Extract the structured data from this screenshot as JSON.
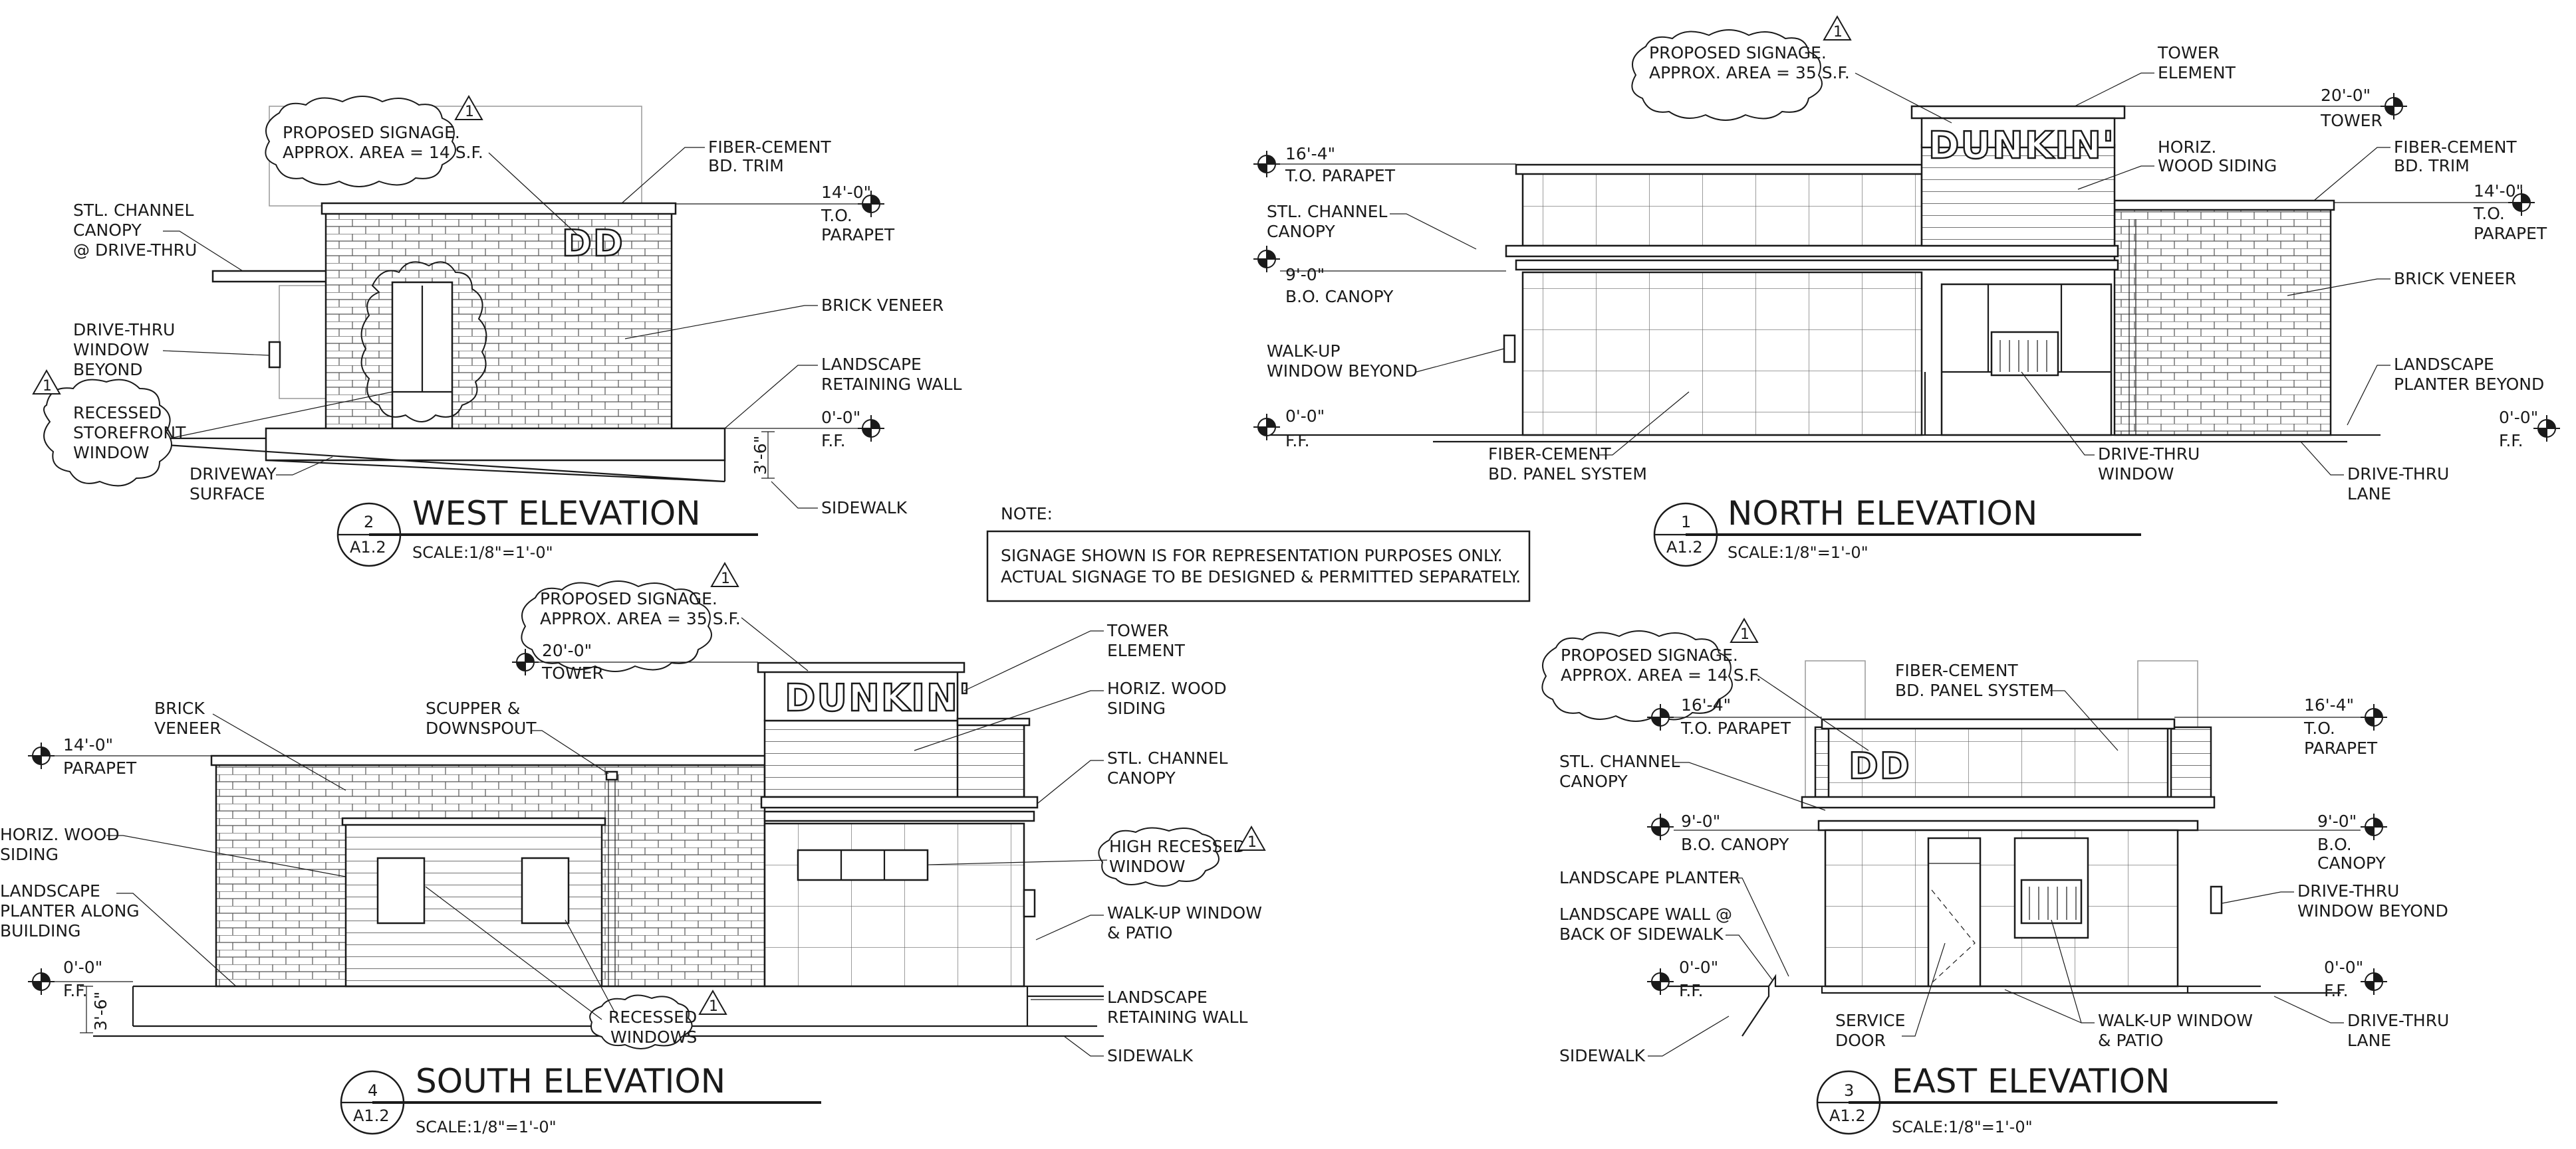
{
  "note": {
    "heading": "NOTE:",
    "line1": "SIGNAGE SHOWN IS FOR REPRESENTATION PURPOSES ONLY.",
    "line2": "ACTUAL SIGNAGE TO BE DESIGNED & PERMITTED SEPARATELY."
  },
  "revision_mark": "1",
  "brand_sign": "DUNKIN'",
  "monogram": "DD",
  "west": {
    "title": "WEST ELEVATION",
    "number": "2",
    "sheet": "A1.2",
    "scale": "SCALE:1/8\"=1'-0\"",
    "sign1": "PROPOSED SIGNAGE.",
    "sign2": "APPROX. AREA = 14 S.F.",
    "trim1": "FIBER-CEMENT",
    "trim2": "BD. TRIM",
    "parapet_dim": "14'-0\"",
    "parapet1": "T.O.",
    "parapet2": "PARAPET",
    "canopy1": "STL. CHANNEL",
    "canopy2": "CANOPY",
    "canopy3": "@ DRIVE-THRU",
    "brick": "BRICK VENEER",
    "dt1": "DRIVE-THRU",
    "dt2": "WINDOW",
    "dt3": "BEYOND",
    "rs1": "RECESSED",
    "rs2": "STOREFRONT",
    "rs3": "WINDOW",
    "lw1": "LANDSCAPE",
    "lw2": "RETAINING WALL",
    "ff_dim": "0'-0\"",
    "ff": "F.F.",
    "drive1": "DRIVEWAY",
    "drive2": "SURFACE",
    "curb": "3'-6\"",
    "sidewalk": "SIDEWALK"
  },
  "north": {
    "title": "NORTH ELEVATION",
    "number": "1",
    "sheet": "A1.2",
    "scale": "SCALE:1/8\"=1'-0\"",
    "sign1": "PROPOSED SIGNAGE.",
    "sign2": "APPROX. AREA = 35 S.F.",
    "tower1": "TOWER",
    "tower2": "ELEMENT",
    "tower_dim": "20'-0\"",
    "tower_lvl": "TOWER",
    "par_dim": "16'-4\"",
    "par_lvl": "T.O. PARAPET",
    "siding1": "HORIZ.",
    "siding2": "WOOD SIDING",
    "trim1": "FIBER-CEMENT",
    "trim2": "BD. TRIM",
    "par2_dim": "14'-0\"",
    "par2_1": "T.O.",
    "par2_2": "PARAPET",
    "canopy1": "STL. CHANNEL",
    "canopy2": "CANOPY",
    "bo_dim": "9'-0\"",
    "bo_lvl": "B.O. CANOPY",
    "brick": "BRICK VENEER",
    "wu1": "WALK-UP",
    "wu2": "WINDOW BEYOND",
    "lp1": "LANDSCAPE",
    "lp2": "PLANTER BEYOND",
    "ff_dim": "0'-0\"",
    "ff": "F.F.",
    "ff2_dim": "0'-0\"",
    "ff2": "F.F.",
    "panel1": "FIBER-CEMENT",
    "panel2": "BD. PANEL SYSTEM",
    "dtw1": "DRIVE-THRU",
    "dtw2": "WINDOW",
    "lane1": "DRIVE-THRU",
    "lane2": "LANE"
  },
  "south": {
    "title": "SOUTH ELEVATION",
    "number": "4",
    "sheet": "A1.2",
    "scale": "SCALE:1/8\"=1'-0\"",
    "sign1": "PROPOSED SIGNAGE.",
    "sign2": "APPROX. AREA = 35 S.F.",
    "tower_dim": "20'-0\"",
    "tower_lvl": "TOWER",
    "tower1": "TOWER",
    "tower2": "ELEMENT",
    "brick1": "BRICK",
    "brick2": "VENEER",
    "scupper1": "SCUPPER &",
    "scupper2": "DOWNSPOUT",
    "par_dim": "14'-0\"",
    "par_lvl": "PARAPET",
    "siding1": "HORIZ. WOOD",
    "siding2": "SIDING",
    "siding3": "HORIZ. WOOD",
    "siding4": "SIDING",
    "canopy1": "STL. CHANNEL",
    "canopy2": "CANOPY",
    "hr1": "HIGH RECESSED",
    "hr2": "WINDOW",
    "hz1": "HORIZ. WOOD",
    "hz2": "SIDING",
    "lp1": "LANDSCAPE",
    "lp2": "PLANTER ALONG",
    "lp3": "BUILDING",
    "wu1": "WALK-UP WINDOW",
    "wu2": "& PATIO",
    "ff_dim": "0'-0\"",
    "ff": "F.F.",
    "lw1": "LANDSCAPE",
    "lw2": "RETAINING WALL",
    "rw1": "RECESSED",
    "rw2": "WINDOWS",
    "curb": "3'-6\"",
    "sidewalk": "SIDEWALK"
  },
  "east": {
    "title": "EAST ELEVATION",
    "number": "3",
    "sheet": "A1.2",
    "scale": "SCALE:1/8\"=1'-0\"",
    "sign1": "PROPOSED SIGNAGE.",
    "sign2": "APPROX. AREA = 14 S.F.",
    "par_dim": "16'-4\"",
    "par_lvl": "T.O. PARAPET",
    "panel1": "FIBER-CEMENT",
    "panel2": "BD. PANEL SYSTEM",
    "par2_dim": "16'-4\"",
    "par2_1": "T.O.",
    "par2_2": "PARAPET",
    "canopy1": "STL. CHANNEL",
    "canopy2": "CANOPY",
    "bo_dim": "9'-0\"",
    "bo_lvl": "B.O. CANOPY",
    "bo2_dim": "9'-0\"",
    "bo2_1": "B.O.",
    "bo2_2": "CANOPY",
    "lp": "LANDSCAPE PLANTER",
    "lw1": "LANDSCAPE WALL @",
    "lw2": "BACK OF SIDEWALK",
    "dt1": "DRIVE-THRU",
    "dt2": "WINDOW BEYOND",
    "ff_dim": "0'-0\"",
    "ff": "F.F.",
    "ff2_dim": "0'-0\"",
    "ff2": "F.F.",
    "sd1": "SERVICE",
    "sd2": "DOOR",
    "wu1": "WALK-UP WINDOW",
    "wu2": "& PATIO",
    "lane1": "DRIVE-THRU",
    "lane2": "LANE",
    "sidewalk": "SIDEWALK"
  }
}
